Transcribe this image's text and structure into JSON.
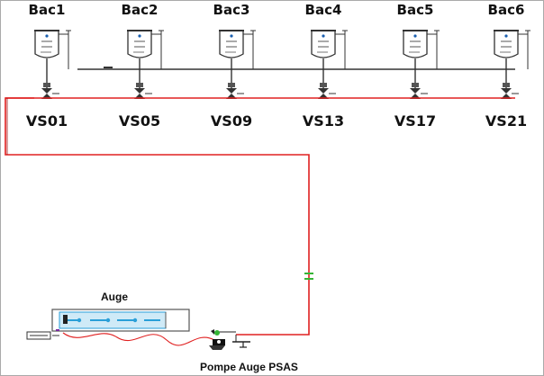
{
  "tanks": [
    {
      "label": "Bac1",
      "valve": "VS01"
    },
    {
      "label": "Bac2",
      "valve": "VS05"
    },
    {
      "label": "Bac3",
      "valve": "VS09"
    },
    {
      "label": "Bac4",
      "valve": "VS13"
    },
    {
      "label": "Bac5",
      "valve": "VS17"
    },
    {
      "label": "Bac6",
      "valve": "VS21"
    }
  ],
  "trough": {
    "label": "Auge"
  },
  "pump": {
    "label": "Pompe Auge PSAS"
  },
  "colors": {
    "pipe": "#e02020",
    "line": "#222222",
    "frame": "#aaaaaa",
    "trough_fill": "#cfeaf7",
    "trough_accent": "#2a9fd8",
    "marker": "#35b535"
  }
}
